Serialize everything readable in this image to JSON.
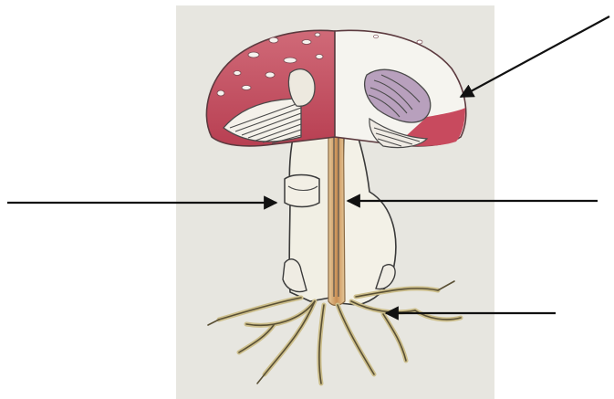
{
  "figure": {
    "subject": "mushroom-structure-diagram",
    "labels_present": false
  },
  "colors": {
    "background": "#ffffff",
    "panel": "#e7e6e0",
    "cap_red": "#c8505f",
    "cap_white": "#f4f3ee",
    "gill_purple": "#9a7fa3",
    "stalk": "#efece0",
    "stalk_core": "#d3a774",
    "hyphae": "#dcd2a6",
    "arrow": "#111111"
  },
  "pointers": [
    {
      "id": "arrow-cap",
      "target": "cap"
    },
    {
      "id": "arrow-ring-left",
      "target": "ring"
    },
    {
      "id": "arrow-stalk-core",
      "target": "stalk"
    },
    {
      "id": "arrow-hyphae",
      "target": "hyphae"
    }
  ]
}
